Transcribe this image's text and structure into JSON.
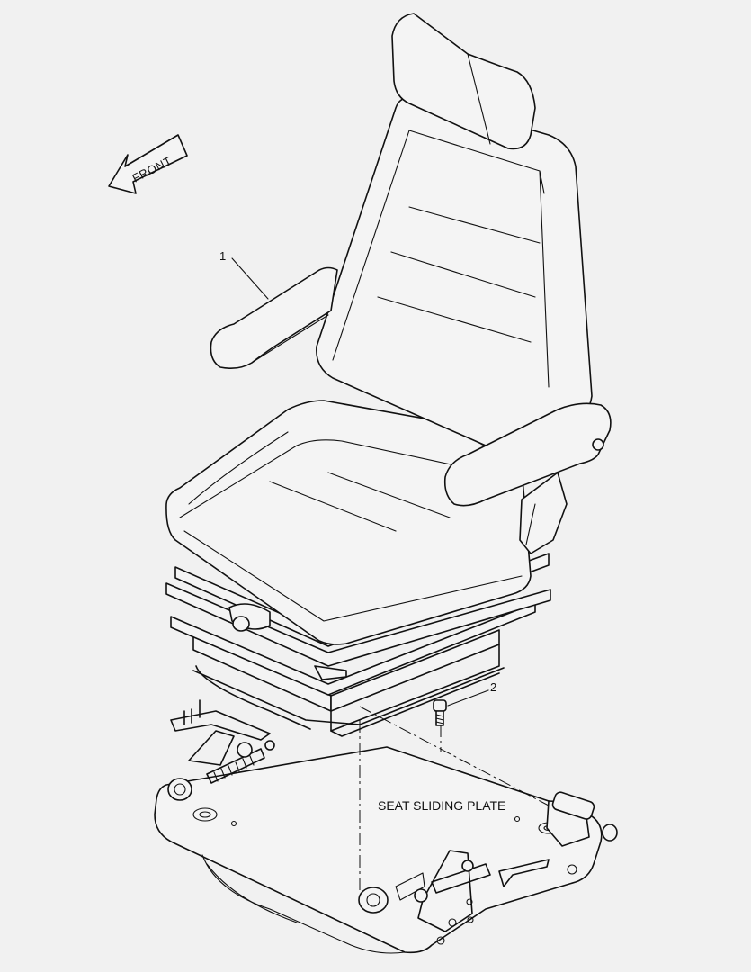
{
  "front_label": "FRONT",
  "callouts": [
    "1",
    "2"
  ],
  "plate_label": "SEAT SLIDING PLATE"
}
